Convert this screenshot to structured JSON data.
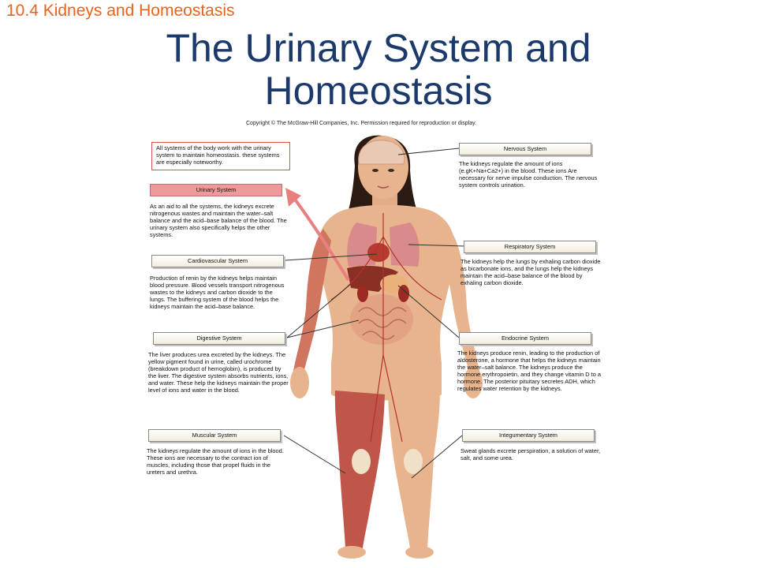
{
  "header": {
    "section": "10.4 Kidneys and Homeostasis",
    "title_line1": "The Urinary System and",
    "title_line2": "Homeostasis",
    "copyright": "Copyright © The McGraw-Hill Companies, Inc. Permission required for reproduction or display."
  },
  "intro": "All systems of the body work with the urinary system to maintain homeostasis. these systems are especially noteworthy.",
  "systems": {
    "urinary": {
      "label": "Urinary System",
      "desc": "As an aid to all the systems, the kidneys excrete nitrogenous wastes and maintain the water–salt balance and the acid–base balance of the blood. The urinary system also specifically helps the other systems."
    },
    "cardiovascular": {
      "label": "Cardiovascular System",
      "desc": "Production of renin by the kidneys helps maintain blood pressure. Blood vessels transport nitrogenous wastes to the kidneys and carbon dioxide to the lungs. The buffering system of the blood helps the kidneys maintain the acid–base balance."
    },
    "digestive": {
      "label": "Digestive System",
      "desc": "The liver produces urea excreted by the kidneys. The yellow pigment found in urine, called urochrome (breakdown product of hemoglobin), is produced by the liver. The digestive system absorbs nutrients, ions, and water. These help the kidneys maintain the proper level of ions and water in the blood."
    },
    "muscular": {
      "label": "Muscular System",
      "desc": "The kidneys regulate the amount of ions in the blood. These ions are necessary to the contract ion of muscles, including those that propel fluids in the ureters and urethra."
    },
    "nervous": {
      "label": "Nervous System",
      "desc": "The kidneys regulate the amount of ions (e.gK+Na+Ca2+) in the blood. These ions Are necessary for nerve impulse conduction. The nervous system controls urination."
    },
    "respiratory": {
      "label": "Respiratory System",
      "desc": "The kidneys help the lungs by exhaling carbon dioxide as bicarbonate ions, and the lungs help the kidneys maintain the acid–base balance of the blood by exhaling carbon dioxide."
    },
    "endocrine": {
      "label": "Endocrine System",
      "desc": "The kidneys produce renin, leading to the production of aldosterone, a hormone that helps the kidneys maintain the water–salt balance. The kidneys produce the hormone erythropoietin, and they change vitamin D to a hormone. The posterior pituitary secretes ADH, which regulates water retention by the kidneys."
    },
    "integumentary": {
      "label": "Integumentary System",
      "desc": "Sweat glands excrete perspiration, a solution of water, salt, and some urea."
    }
  },
  "colors": {
    "section": "#e8641e",
    "title": "#1b3a6b",
    "urinary_label": "#ee9a9a",
    "arrow": "#e98080",
    "skin": "#e8b48e",
    "muscle": "#c0564a"
  },
  "illustration": "human-anatomy-figure"
}
